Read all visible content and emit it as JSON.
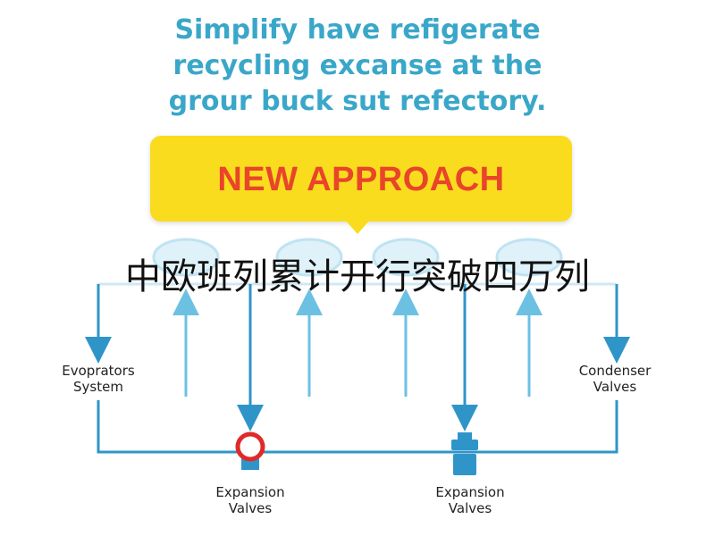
{
  "headline": {
    "lines": [
      "Simplify have refigerate",
      "recycling excanse at the",
      "grour buck sut refectory."
    ]
  },
  "banner": {
    "text": "NEW APPROACH"
  },
  "caption": "中欧班列累计开行突破四万列",
  "labels": {
    "evaporators": [
      "Evoprators",
      "System"
    ],
    "condenser": [
      "Condenser",
      "Valves"
    ],
    "expansion_left": [
      "Expansion",
      "Valves"
    ],
    "expansion_right": [
      "Expansion",
      "Valves"
    ]
  },
  "colors": {
    "headline": "#3aa7c9",
    "banner_bg": "#f9dc1e",
    "banner_text": "#e8452a",
    "pipe": "#2f95c8",
    "up_arrow": "#6cc1e3",
    "valve_ring": "#e02a2a"
  },
  "icons": [
    "arrow-down-icon",
    "arrow-up-icon",
    "ring-valve-icon",
    "block-valve-icon"
  ]
}
